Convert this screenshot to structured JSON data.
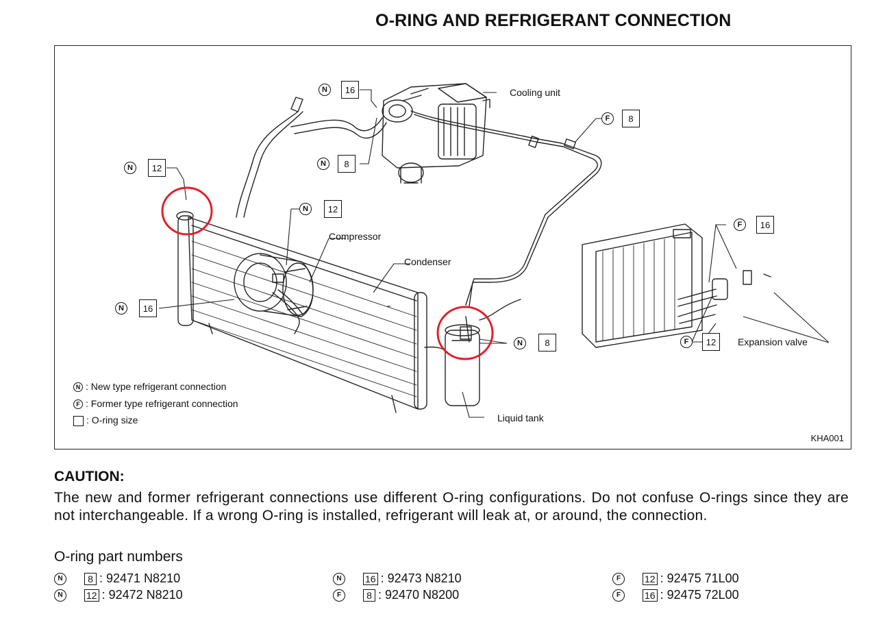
{
  "title": "O-RING AND REFRIGERANT CONNECTION",
  "figure": {
    "code": "KHA001",
    "components": {
      "cooling_unit": "Cooling unit",
      "compressor": "Compressor",
      "condenser": "Condenser",
      "liquid_tank": "Liquid tank",
      "expansion_valve": "Expansion valve"
    },
    "callouts": [
      {
        "type": "N",
        "size": "16"
      },
      {
        "type": "N",
        "size": "8"
      },
      {
        "type": "F",
        "size": "8"
      },
      {
        "type": "N",
        "size": "12"
      },
      {
        "type": "N",
        "size": "12"
      },
      {
        "type": "F",
        "size": "16"
      },
      {
        "type": "N",
        "size": "16"
      },
      {
        "type": "N",
        "size": "8"
      },
      {
        "type": "F",
        "size": "12"
      }
    ],
    "legend": {
      "new_symbol": "N",
      "new": ": New type refrigerant connection",
      "former_symbol": "F",
      "former": ": Former type refrigerant connection",
      "oring": ": O-ring size"
    },
    "highlight_color": "#e0202a"
  },
  "caution": {
    "title": "CAUTION:",
    "text": "The new and former refrigerant connections use different O-ring configurations. Do not confuse O-rings since they are not interchangeable. If a wrong O-ring is installed, refrigerant will leak at, or around, the connection."
  },
  "part_numbers": {
    "title": "O-ring part numbers",
    "items": [
      {
        "type": "N",
        "size": "8",
        "number": ": 92471 N8210"
      },
      {
        "type": "N",
        "size": "12",
        "number": ": 92472 N8210"
      },
      {
        "type": "N",
        "size": "16",
        "number": ": 92473 N8210"
      },
      {
        "type": "F",
        "size": "8",
        "number": ": 92470 N8200"
      },
      {
        "type": "F",
        "size": "12",
        "number": ": 92475 71L00"
      },
      {
        "type": "F",
        "size": "16",
        "number": ": 92475 72L00"
      }
    ]
  }
}
